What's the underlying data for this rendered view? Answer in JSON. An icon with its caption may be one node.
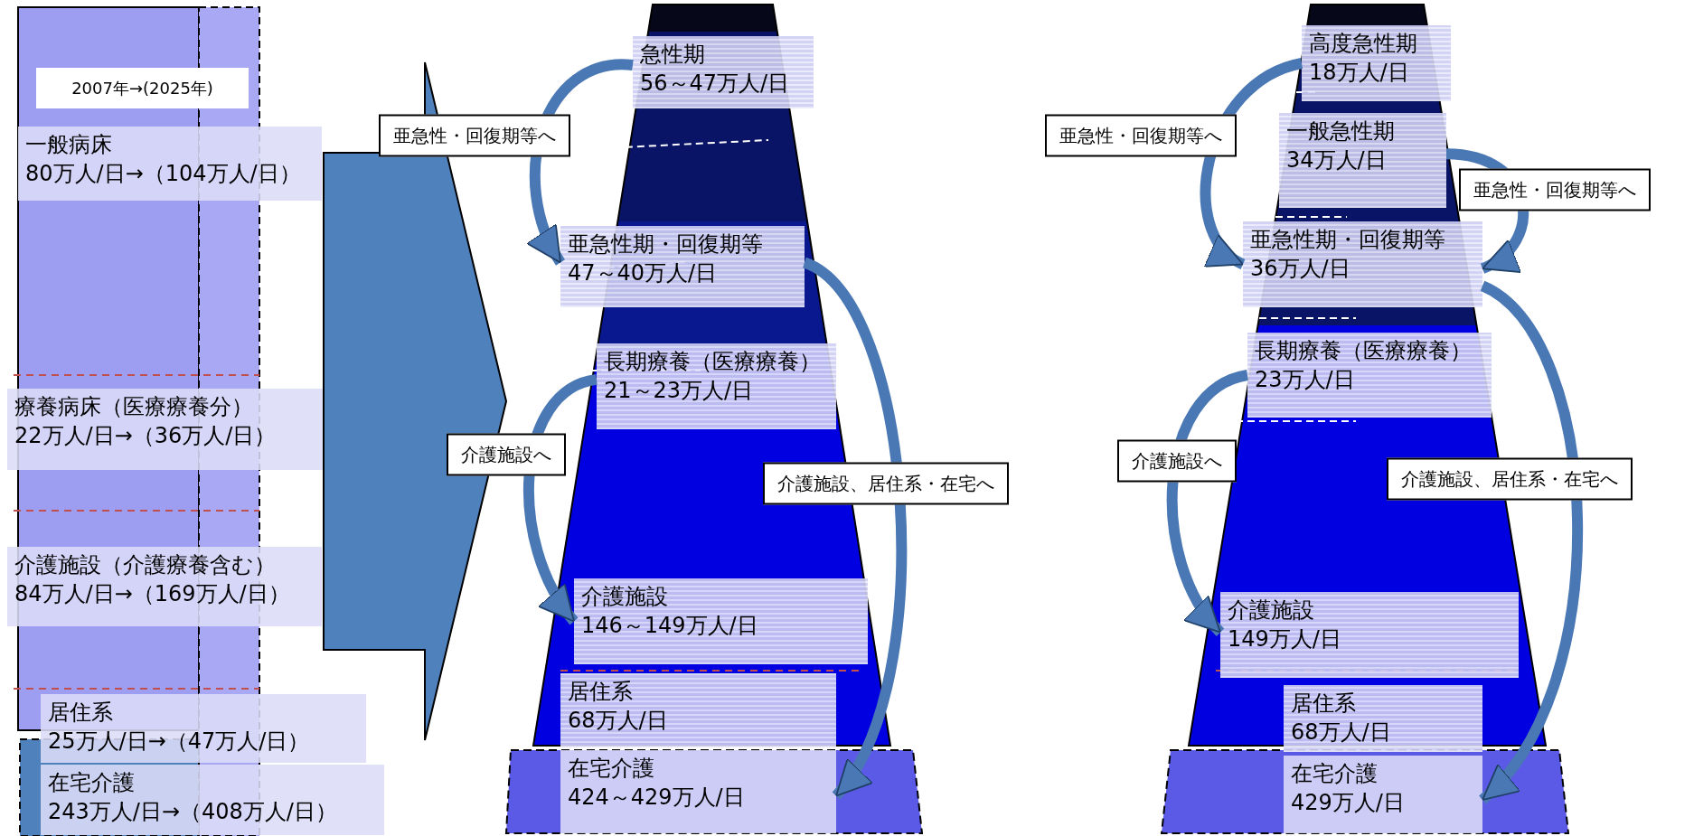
{
  "diagram": {
    "nodes": [
      {
        "text": [
          "一般病床",
          "80万人/日→（104万人/日）"
        ]
      },
      {
        "text": [
          "療養病床（医療療養分）",
          "22万人/日→（36万人/日）"
        ]
      },
      {
        "text": [
          "介護施設（介護療養含む）",
          "84万人/日→（169万人/日）"
        ]
      },
      {
        "text": [
          "居住系",
          "25万人/日→（47万人/日）"
        ]
      },
      {
        "text": [
          "在宅介護",
          "243万人/日→（408万人/日）"
        ]
      },
      {
        "text": [],
        "shape": "trapezoid"
      },
      {
        "text": [
          "急性期",
          "56～47万人/日"
        ],
        "in": 5
      },
      {
        "text": [
          "亜急性期・回復期等",
          "47～40万人/日"
        ],
        "in": 5
      },
      {
        "text": [
          "長期療養（医療療養）",
          "21～23万人/日"
        ],
        "in": 5
      },
      {
        "text": [
          "介護施設",
          "146～149万人/日"
        ],
        "in": 5
      },
      {
        "text": [
          "居住系",
          "68万人/日"
        ],
        "in": 5
      },
      {
        "text": [
          "在宅介護",
          "424～429万人/日"
        ]
      },
      {
        "text": [],
        "shape": "trapezoid"
      },
      {
        "text": [
          "高度急性期",
          "18万人/日"
        ],
        "in": 12
      },
      {
        "text": [
          "一般急性期",
          "34万人/日"
        ],
        "in": 12
      },
      {
        "text": [
          "亜急性期・回復期等",
          "36万人/日"
        ],
        "in": 12
      },
      {
        "text": [
          "長期療養（医療療養）",
          "23万人/日"
        ],
        "in": 12
      },
      {
        "text": [
          "介護施設",
          "149万人/日"
        ],
        "in": 12
      },
      {
        "text": [
          "居住系",
          "68万人/日"
        ],
        "in": 12
      },
      {
        "text": [
          "在宅介護",
          "429万人/日"
        ]
      }
    ],
    "edges": [
      {
        "from": 1,
        "to": 5,
        "arrow": "to",
        "style": "thick"
      },
      {
        "from": 6,
        "to": 7,
        "arrow": "to",
        "label": "亜急性・回復期等へ"
      },
      {
        "from": 8,
        "to": 9,
        "arrow": "to",
        "label": "介護施設へ"
      },
      {
        "from": 7,
        "to": 11,
        "arrow": "to",
        "label": "介護施設、居住系・在宅へ"
      },
      {
        "from": 13,
        "to": 15,
        "arrow": "to",
        "label": "亜急性・回復期等へ"
      },
      {
        "from": 14,
        "to": 15,
        "arrow": "to",
        "label": "亜急性・回復期等へ"
      },
      {
        "from": 16,
        "to": 17,
        "arrow": "to",
        "label": "介護施設へ"
      },
      {
        "from": 15,
        "to": 19,
        "arrow": "to",
        "label": "介護施設、居住系・在宅へ"
      }
    ],
    "labels": [
      "2007年→(2025年)"
    ]
  }
}
